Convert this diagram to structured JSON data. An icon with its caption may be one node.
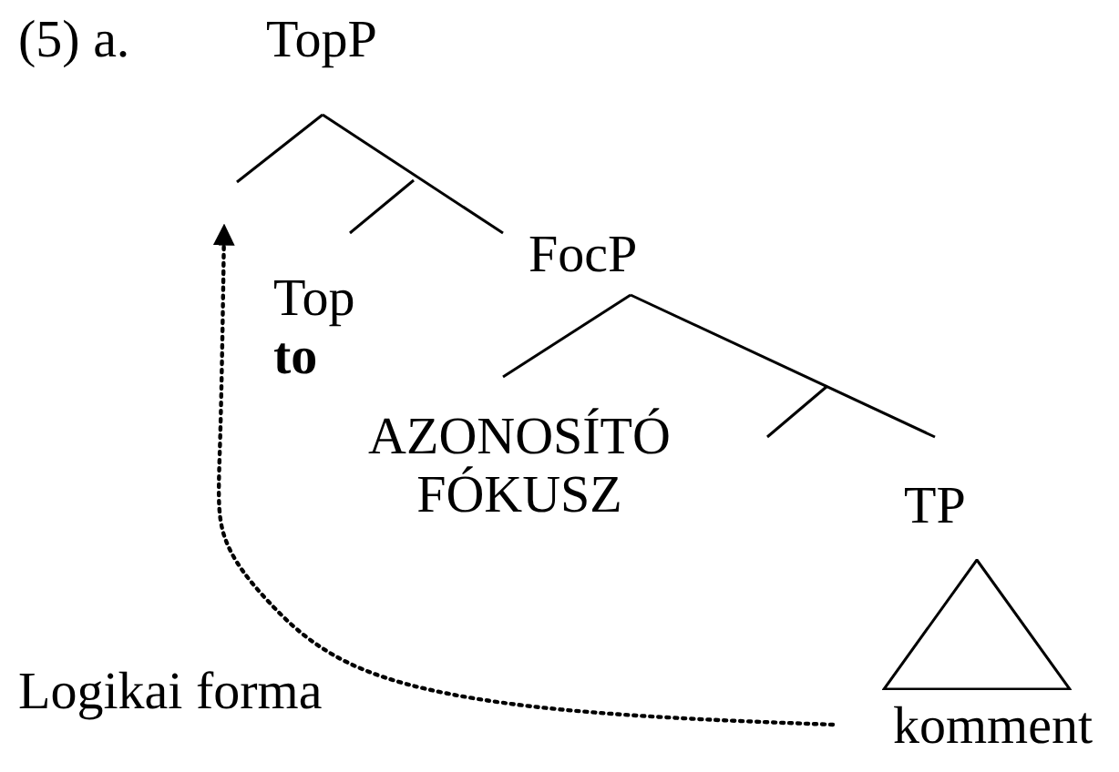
{
  "diagram": {
    "nodes": [
      {
        "text": [
          "TopP"
        ]
      },
      {
        "text": [
          "Top",
          "to"
        ]
      },
      {
        "text": [
          "FocP"
        ]
      },
      {
        "text": [
          "AZONOSÍTÓ FÓKUSZ"
        ]
      },
      {
        "text": [
          "TP"
        ]
      },
      {
        "text": [],
        "shape": "triangle",
        "beside": [
          "komment"
        ]
      }
    ],
    "edges": [
      {
        "from": 0,
        "to": null,
        "arrow": "none"
      },
      {
        "from": 0,
        "to": 2,
        "arrow": "none"
      },
      {
        "from": 2,
        "to": 3,
        "arrow": "none"
      },
      {
        "from": 2,
        "to": 4,
        "arrow": "none"
      },
      {
        "from": 5,
        "to": null,
        "arrow": "to",
        "style": "dashed"
      }
    ],
    "labels": [
      "(5) a.",
      "Logikai forma"
    ]
  }
}
